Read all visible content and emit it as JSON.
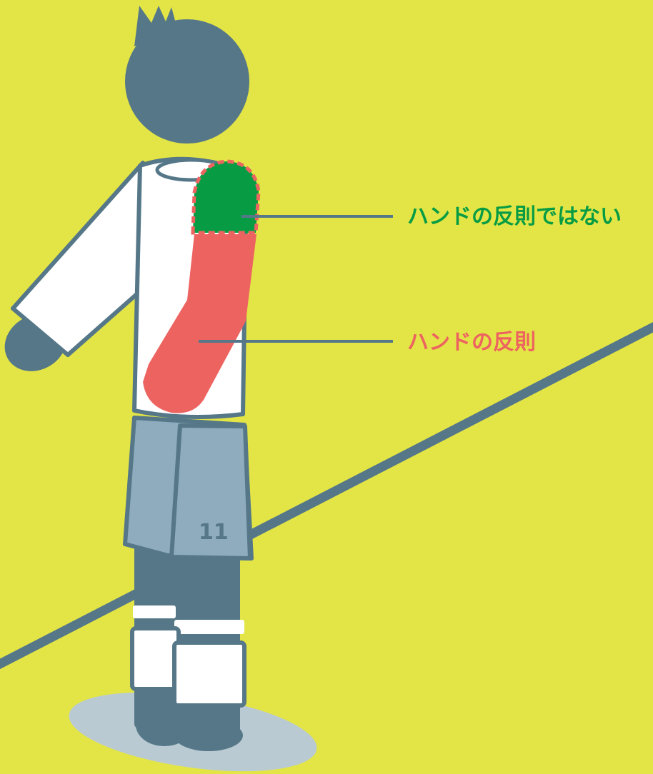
{
  "labels": {
    "not_handball": "ハンドの反則ではない",
    "handball": "ハンドの反則"
  },
  "player": {
    "shirt_number": "11"
  },
  "colors": {
    "background": "#e3e546",
    "skin_dark": "#557788",
    "shirt": "#ffffff",
    "shorts": "#8eacbd",
    "shadow": "#b9cad3",
    "not_handball_zone": "#079c44",
    "handball_zone": "#ed6360",
    "not_handball_text": "#079c44",
    "handball_text": "#ed6360"
  }
}
